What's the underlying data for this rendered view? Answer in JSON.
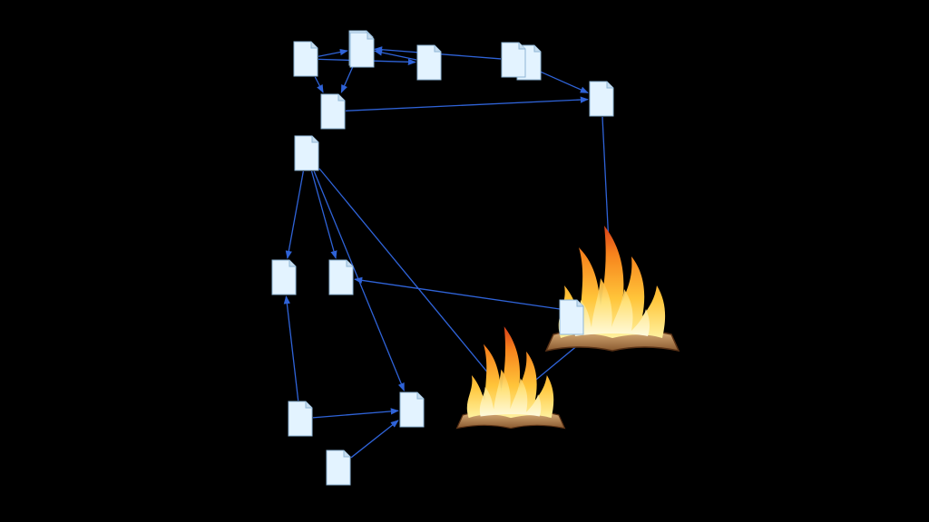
{
  "colors": {
    "background": "#000000",
    "document_fill": "#e3f3ff",
    "arrow": "#2f63d8",
    "flame_outer": "#e8501a",
    "flame_mid": "#f79a1e",
    "flame_inner": "#ffe27a",
    "book_page": "#b98a5a",
    "book_cover": "#5a3216"
  },
  "documents": [
    {
      "id": "d1",
      "icon": "document-icon"
    },
    {
      "id": "d2",
      "icon": "document-icon"
    },
    {
      "id": "d3",
      "icon": "document-icon"
    },
    {
      "id": "d4",
      "icon": "document-icon"
    },
    {
      "id": "d5",
      "icon": "document-icon"
    },
    {
      "id": "d6",
      "icon": "document-icon"
    },
    {
      "id": "d7",
      "icon": "document-icon"
    },
    {
      "id": "d8",
      "icon": "document-icon"
    },
    {
      "id": "d9",
      "icon": "document-icon"
    },
    {
      "id": "d10",
      "icon": "document-icon"
    },
    {
      "id": "d11",
      "icon": "document-icon"
    },
    {
      "id": "d12",
      "icon": "document-icon"
    },
    {
      "id": "d13",
      "icon": "document-icon"
    },
    {
      "id": "d14",
      "icon": "document-icon"
    },
    {
      "id": "d15",
      "icon": "document-icon"
    }
  ],
  "burning_books": [
    {
      "id": "fire-large",
      "icon": "burning-book-icon"
    },
    {
      "id": "fire-small",
      "icon": "burning-book-icon"
    }
  ],
  "links": [
    {
      "from": "d1",
      "to": "d2"
    },
    {
      "from": "d1",
      "to": "d3"
    },
    {
      "from": "d1",
      "to": "d5"
    },
    {
      "from": "d2",
      "to": "d5"
    },
    {
      "from": "d3",
      "to": "d2"
    },
    {
      "from": "d4",
      "to": "d2"
    },
    {
      "from": "d4",
      "to": "d6"
    },
    {
      "from": "d5",
      "to": "d6"
    },
    {
      "from": "d7",
      "to": "d4"
    },
    {
      "from": "d8",
      "to": "d9"
    },
    {
      "from": "d8",
      "to": "d10"
    },
    {
      "from": "d8",
      "to": "d12"
    },
    {
      "from": "d8",
      "to": "fire-small"
    },
    {
      "from": "d13",
      "to": "d9"
    },
    {
      "from": "d13",
      "to": "d12"
    },
    {
      "from": "d14",
      "to": "d12"
    },
    {
      "from": "fire-large",
      "to": "d10"
    },
    {
      "from": "fire-large",
      "to": "d15"
    },
    {
      "from": "d6",
      "to": "fire-large"
    },
    {
      "from": "fire-small",
      "to": "fire-large"
    }
  ]
}
